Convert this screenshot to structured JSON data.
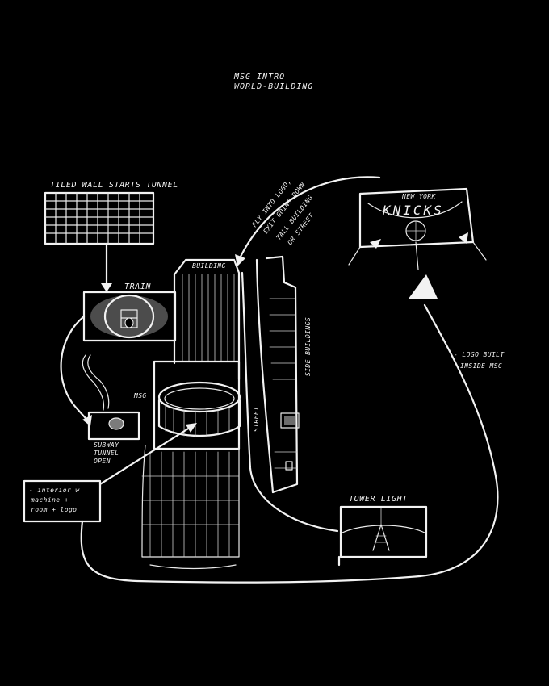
{
  "title": {
    "line1": "MSG INTRO",
    "line2": "WORLD-BUILDING"
  },
  "labels": {
    "tiled_wall": "TILED WALL STARTS TUNNEL",
    "train": "TRAIN",
    "msg": "MSG",
    "building": "BUILDING",
    "street": "STREET",
    "side_buildings": "SIDE BUILDINGS",
    "subway_tunnel": [
      "SUBWAY",
      "TUNNEL",
      "OPEN"
    ],
    "interior": [
      "- interior w",
      "machine +",
      "room + logo"
    ],
    "tower_light": "TOWER LIGHT",
    "fly_into_logo": [
      "FLY INTO LOGO,",
      "EXIT GOING DOWN",
      "TALL BUILDING",
      "OR STREET"
    ],
    "logo_built": [
      "- LOGO BUILT",
      "INSIDE MSG"
    ],
    "knicks_top": "NEW YORK",
    "knicks": "KNICKS"
  },
  "colors": {
    "background": "#000000",
    "chalk": "#f2f2f2"
  }
}
